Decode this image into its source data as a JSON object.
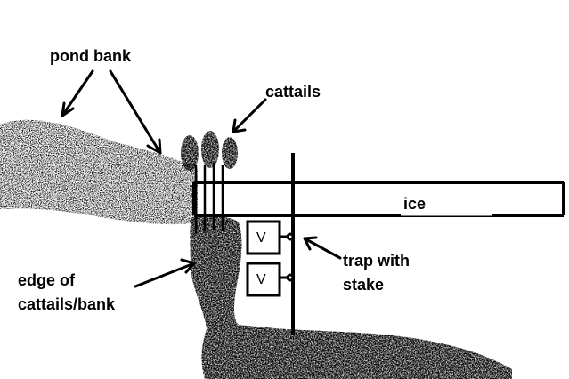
{
  "labels": {
    "pond_bank": "pond bank",
    "cattails": "cattails",
    "ice": "ice",
    "trap_line1": "trap with",
    "trap_line2": "stake",
    "edge_line1": "edge of",
    "edge_line2": "cattails/bank",
    "trap_mark": "V"
  },
  "colors": {
    "ink": "#000000",
    "background": "#ffffff"
  }
}
